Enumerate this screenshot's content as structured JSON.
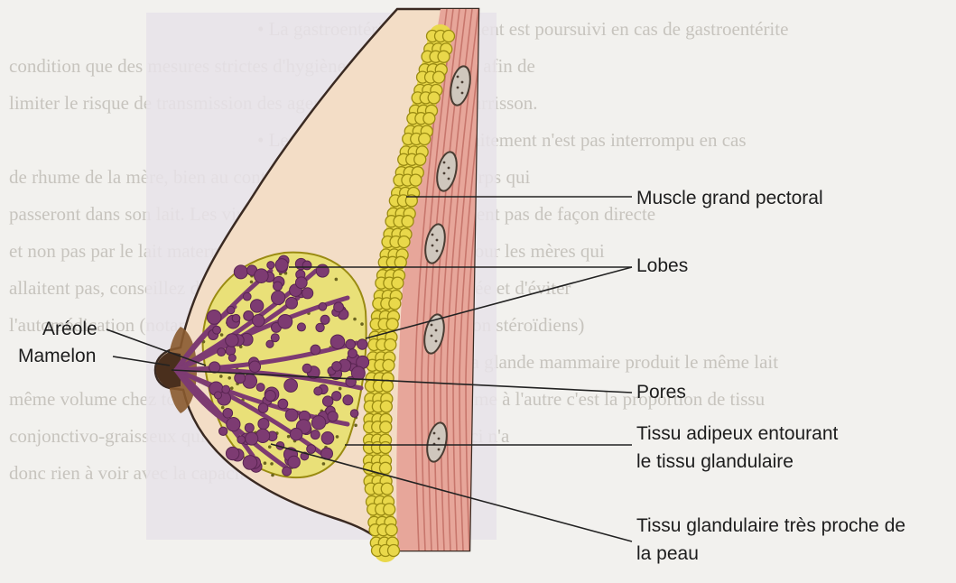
{
  "background_text": [
    "• La gastroentérite : l'allaitement est poursuivi en cas de gastroentérite",
    "condition que des mesures strictes d'hygiène soient respectées afin de",
    "limiter le risque de transmission des agents pathogènes au nourrisson.",
    "• Les rhinopharyngites : l'allaitement n'est pas interrompu en cas",
    "de rhume de la mère, bien au contraire, elle produit des anticorps qui",
    "passeront dans son lait. Les virus respiratoires ne se transmettent pas de façon directe",
    "et non pas par le lait maternel. Il suffit de se laver les mains pour les mères qui",
    "allaitent pas, conseillez de se laver les mains avant chaque tétée et d'éviter",
    "l'automédication (notamment la prise d'anti-inflammatoires non stéroïdiens)",
    "• Les seins de petite taille : la glande mammaire produit le même lait",
    "même volume chez toutes les femmes, ce qui varie d'une femme à l'autre c'est la proportion de tissu",
    "conjonctivo-graisseux qui change suivant les femmes. Celle-ci n'a",
    "donc rien à voir avec la capacité à allaiter."
  ],
  "labels": {
    "muscle": "Muscle grand pectoral",
    "lobes": "Lobes",
    "areole": "Aréole",
    "mamelon": "Mamelon",
    "pores": "Pores",
    "tissu_adipeux_1": "Tissu adipeux entourant",
    "tissu_adipeux_2": "le tissu glandulaire",
    "tissu_glandulaire_1": "Tissu glandulaire très proche de",
    "tissu_glandulaire_2": "la peau"
  },
  "colors": {
    "skin": "#f3ddc6",
    "skin_outline": "#3a2a22",
    "fat": "#e9d84a",
    "fat_outline": "#9a8b12",
    "muscle": "#e7a69a",
    "muscle_stripe": "#b3574f",
    "rib": "#cfc7bd",
    "gland": "#7d3b72",
    "gland_dark": "#5a2552",
    "areola": "#8a5a2f",
    "leader_line": "#222222"
  }
}
